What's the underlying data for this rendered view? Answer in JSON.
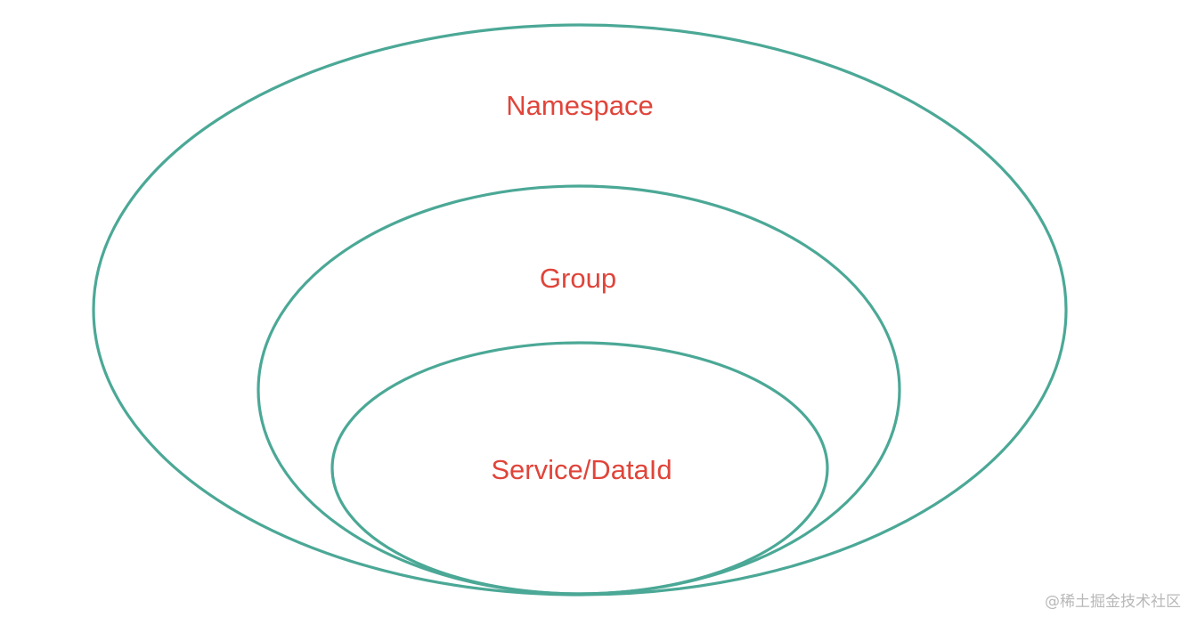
{
  "diagram": {
    "levels": [
      {
        "label": "Namespace"
      },
      {
        "label": "Group"
      },
      {
        "label": "Service/DataId"
      }
    ]
  },
  "watermark": "@稀土掘金技术社区",
  "colors": {
    "ring": "#4ba896",
    "label": "#e0443a",
    "watermark": "#b8b8b8",
    "background": "#ffffff"
  }
}
